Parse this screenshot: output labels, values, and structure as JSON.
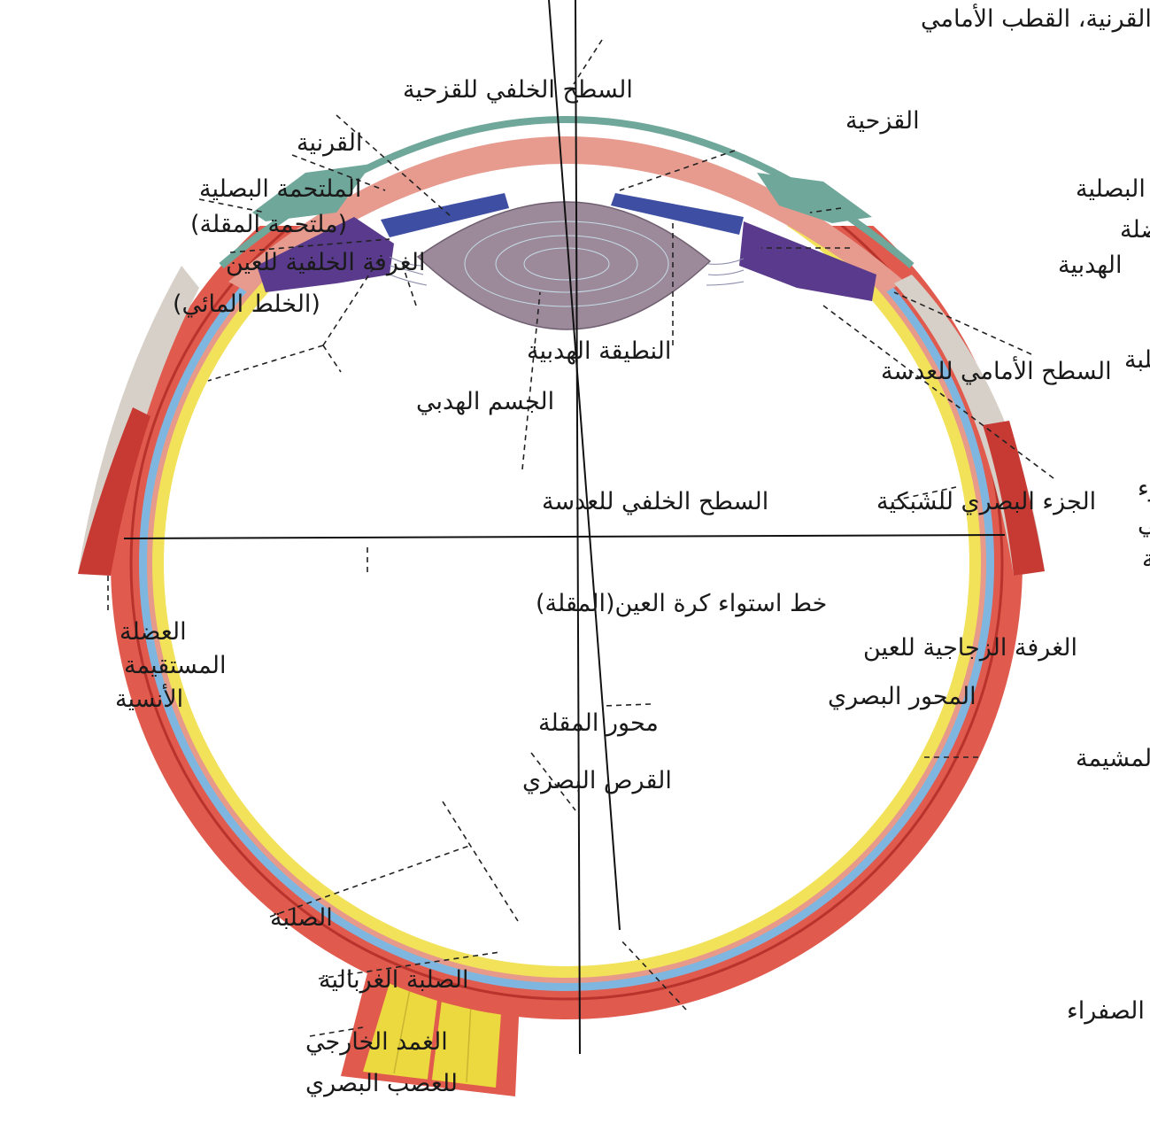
{
  "colors": {
    "sclera": "#e05a4e",
    "sclera_dark": "#b8332c",
    "choroid": "#7fb6e0",
    "retina": "#f2e25a",
    "lens": "#9c8a9a",
    "iris": "#3e4fa3",
    "ciliary": "#5a3a8c",
    "conjunctiva": "#6fa79a",
    "nerve": "#ecd83f"
  },
  "labels": {
    "cornea_apex": "قمة القرنية، القطب الأمامي",
    "iris_posterior": "السطح الخلفي للقزحية",
    "iris": "القزحية",
    "cornea": "القرنية",
    "conj_left_1": "الملتحمة البصلية",
    "conj_left_2": "(ملتحمة المقلة)",
    "conj_right": "الملتحمة البصلية",
    "circ_fibers_1": "الألياف الدائرية للعضلة",
    "circ_fibers_2": "الهدبية",
    "posterior_chamber_1": "الغرفة الخلفية للعين",
    "posterior_chamber_2": "(الخلط المائي)",
    "zonule": "النطيقة الهدبية",
    "lens_anterior": "السطح الأمامي للعدسة",
    "sclera_top": "الصلبة",
    "ciliary_body": "الجسم الهدبي",
    "ciliary_retina_1": "الجزء",
    "ciliary_retina_2": "الهدبي",
    "ciliary_retina_3": "للشبكية",
    "lens_posterior": "السطح الخلفي للعدسة",
    "optic_retina": "الجزء البصري للشبكية",
    "equator": "خط استواء كرة العين(المقلة)",
    "medial_rectus_1": "العضلة",
    "medial_rectus_2": "المستقيمة",
    "medial_rectus_3": "الأنسية",
    "vitreous": "الغرفة الزجاجية للعين",
    "visual_axis": "المحور البصري",
    "bulb_axis": "محور المقلة",
    "choroid_label": "المشيمة",
    "optic_disc": "القرص البصري",
    "sclera_bottom": "الصلبة",
    "lamina_cribrosa": "الصلبة الغربالية",
    "macula": "البقعة الشبكية، النقطة الصفراء",
    "nerve_sheath_1": "الغمد الخارجي",
    "nerve_sheath_2": "للعصب البصري"
  }
}
